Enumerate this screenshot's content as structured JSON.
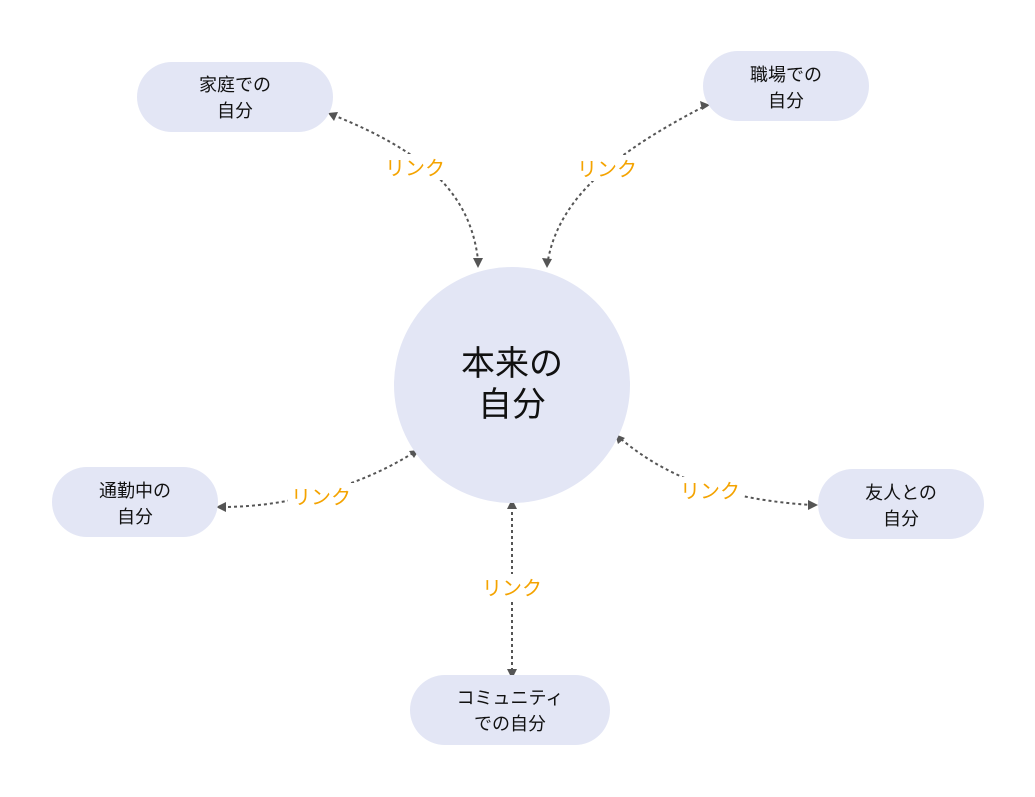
{
  "center": {
    "line1": "本来の",
    "line2": "自分"
  },
  "nodes": {
    "home": {
      "line1": "家庭での",
      "line2": "自分"
    },
    "work": {
      "line1": "職場での",
      "line2": "自分"
    },
    "commute": {
      "line1": "通勤中の",
      "line2": "自分"
    },
    "friends": {
      "line1": "友人との",
      "line2": "自分"
    },
    "community": {
      "line1": "コミュニティ",
      "line2": "での自分"
    }
  },
  "links": {
    "home": "リンク",
    "work": "リンク",
    "commute": "リンク",
    "friends": "リンク",
    "community": "リンク"
  },
  "colors": {
    "node_fill": "#e3e6f5",
    "connector": "#555555",
    "link_label": "#f4a300",
    "text": "#111111"
  }
}
